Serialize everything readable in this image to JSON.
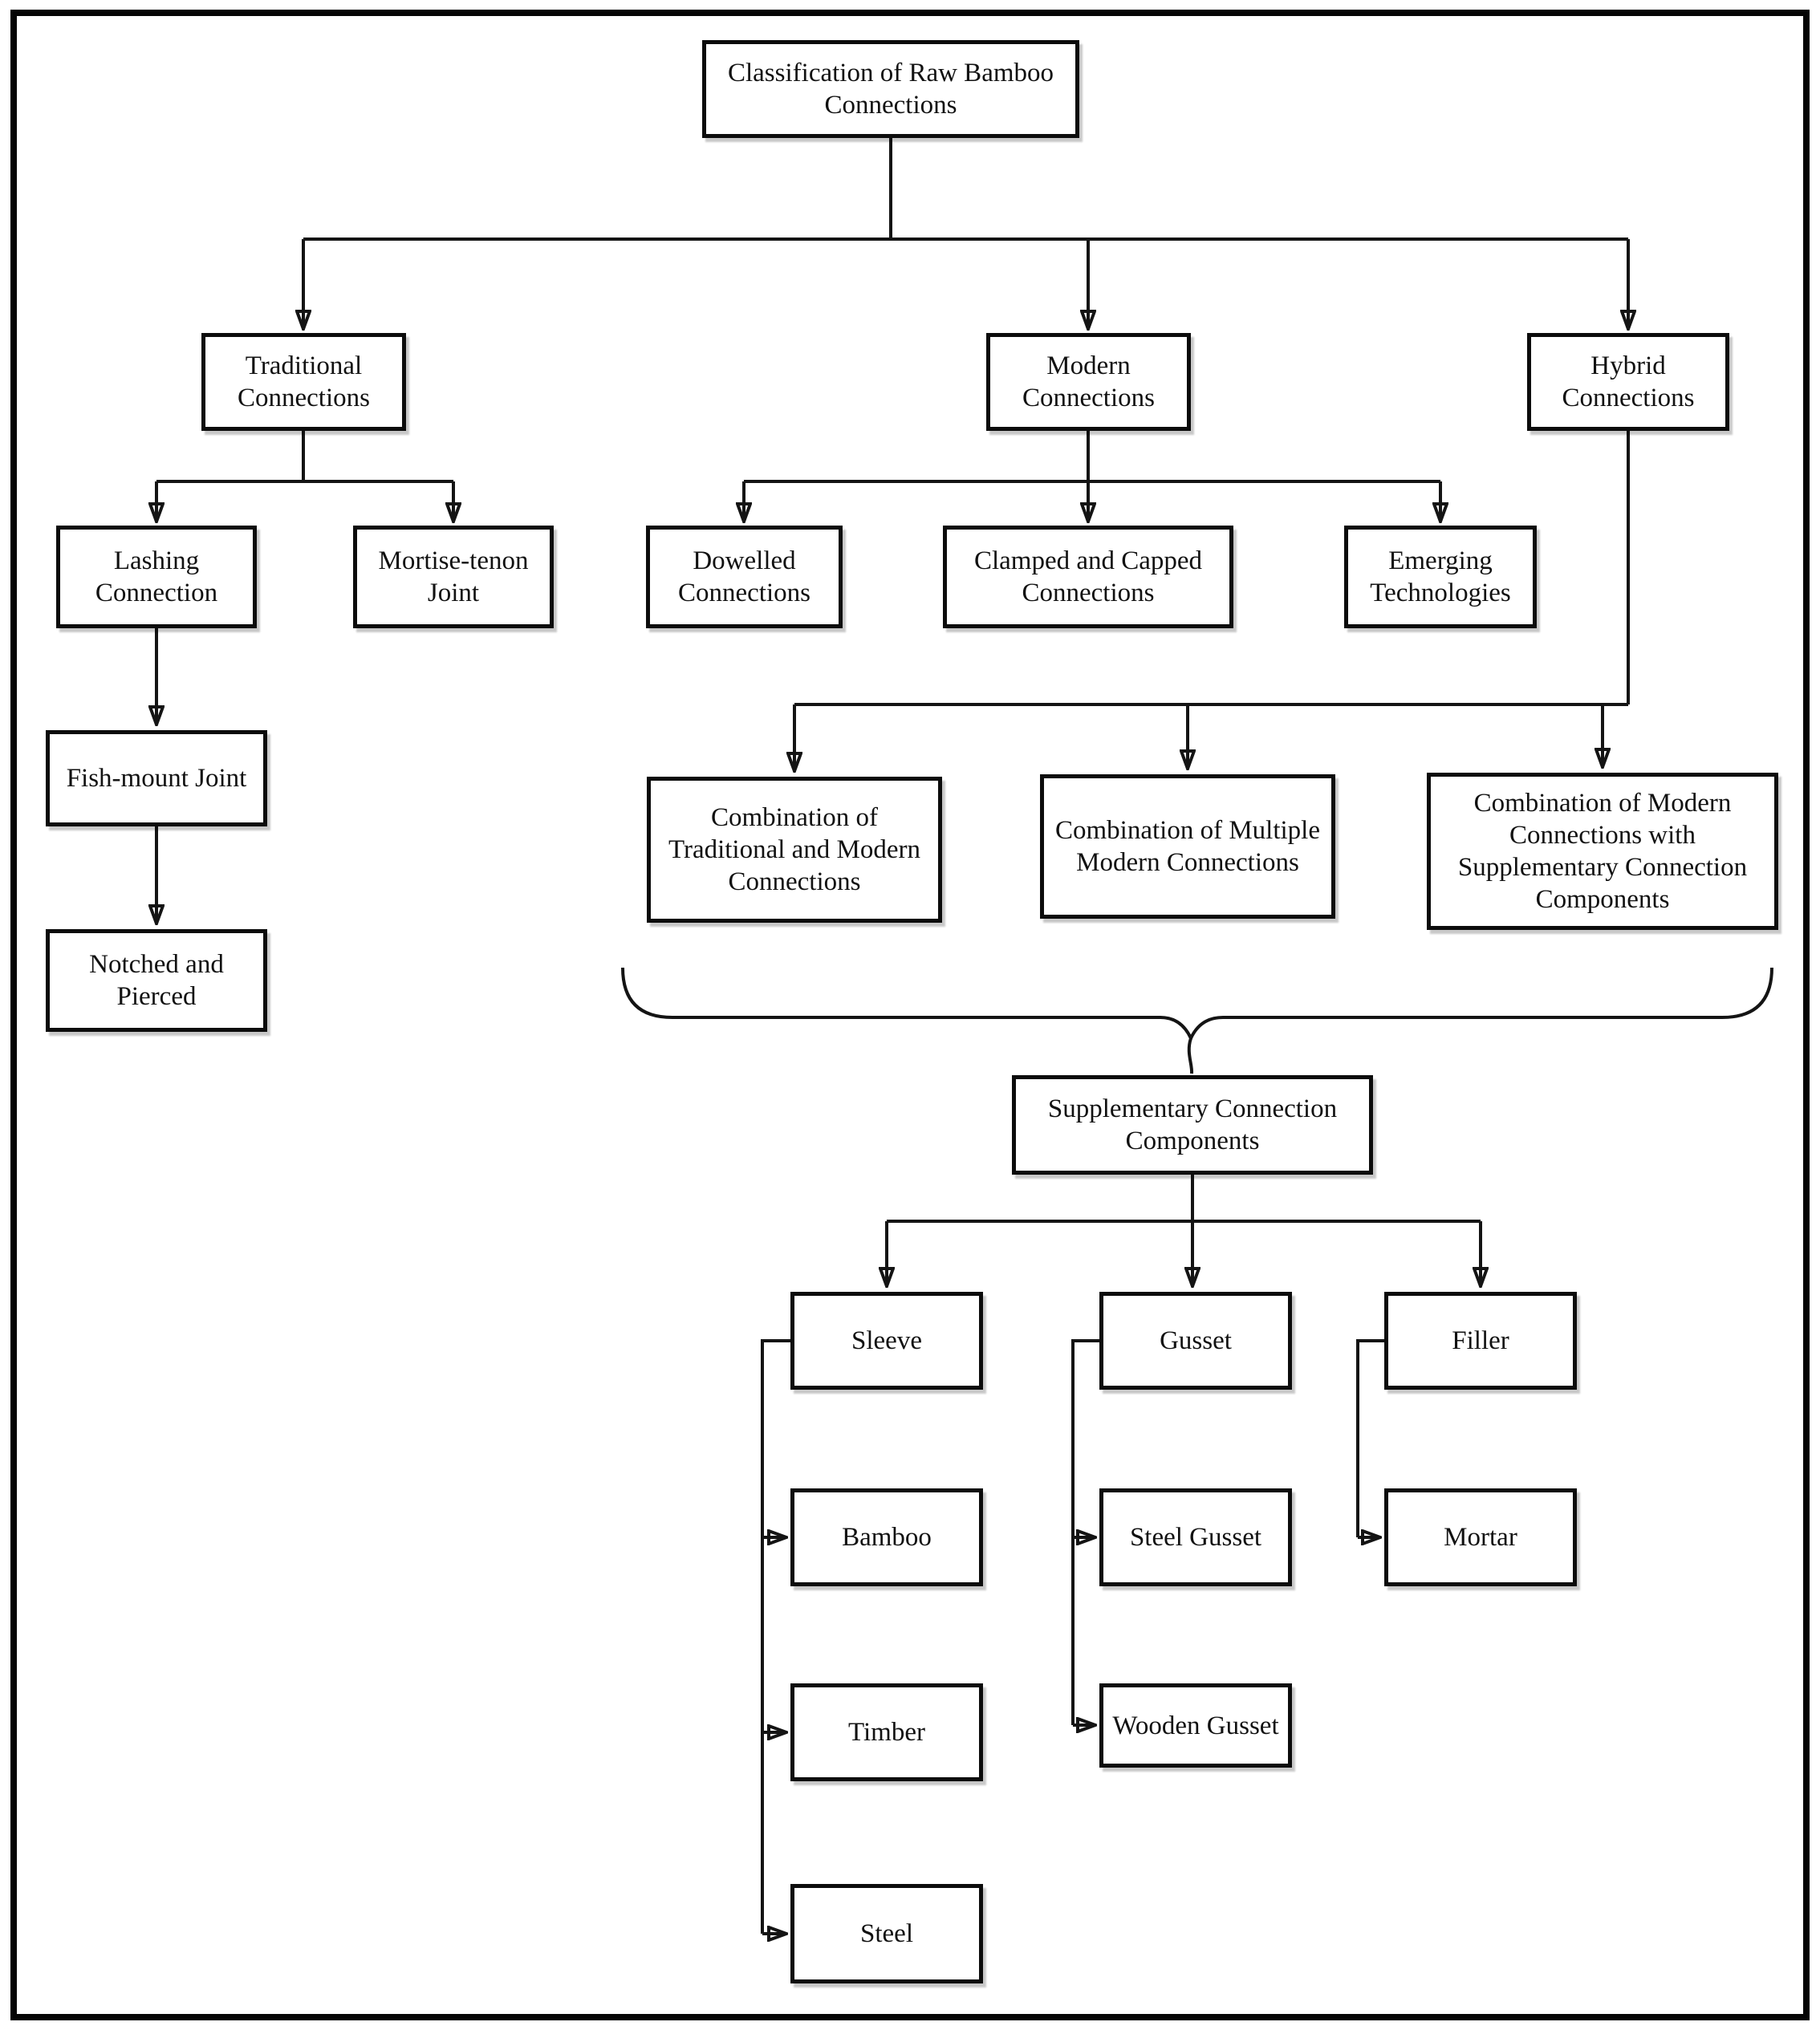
{
  "page": {
    "background": "#ffffff",
    "frame_border_color": "#050505"
  },
  "flowchart": {
    "type": "tree-diagram",
    "colors": {
      "box_border": "#0c0c0c",
      "box_fill": "#ffffff",
      "line": "#141414",
      "text": "#111111"
    },
    "root": {
      "label": "Classification of Raw Bamboo Connections"
    },
    "branches": {
      "traditional": {
        "label": "Traditional Connections",
        "children": {
          "lashing": {
            "label": "Lashing Connection",
            "children": {
              "fishmount": {
                "label": "Fish-mount Joint",
                "children": {
                  "notched": {
                    "label": "Notched and Pierced"
                  }
                }
              }
            }
          },
          "mortise": {
            "label": "Mortise-tenon Joint"
          }
        }
      },
      "modern": {
        "label": "Modern Connections",
        "children": {
          "dowelled": {
            "label": "Dowelled Connections"
          },
          "clamped": {
            "label": "Clamped and Capped Connections"
          },
          "emerging": {
            "label": "Emerging Technologies"
          }
        }
      },
      "hybrid": {
        "label": "Hybrid Connections",
        "children": {
          "comb_traditional_modern": {
            "label": "Combination of Traditional and Modern Connections"
          },
          "comb_multiple_modern": {
            "label": "Combination of Multiple Modern Connections"
          },
          "comb_modern_supplementary": {
            "label": "Combination of Modern Connections with Supplementary Connection Components"
          }
        }
      }
    },
    "supplementary": {
      "label": "Supplementary Connection Components",
      "children": {
        "sleeve": {
          "label": "Sleeve",
          "children": {
            "bamboo": {
              "label": "Bamboo"
            },
            "timber": {
              "label": "Timber"
            },
            "steel": {
              "label": "Steel"
            }
          }
        },
        "gusset": {
          "label": "Gusset",
          "children": {
            "steel_gusset": {
              "label": "Steel Gusset"
            },
            "wooden_gusset": {
              "label": "Wooden Gusset"
            }
          }
        },
        "filler": {
          "label": "Filler",
          "children": {
            "mortar": {
              "label": "Mortar"
            }
          }
        }
      }
    }
  }
}
